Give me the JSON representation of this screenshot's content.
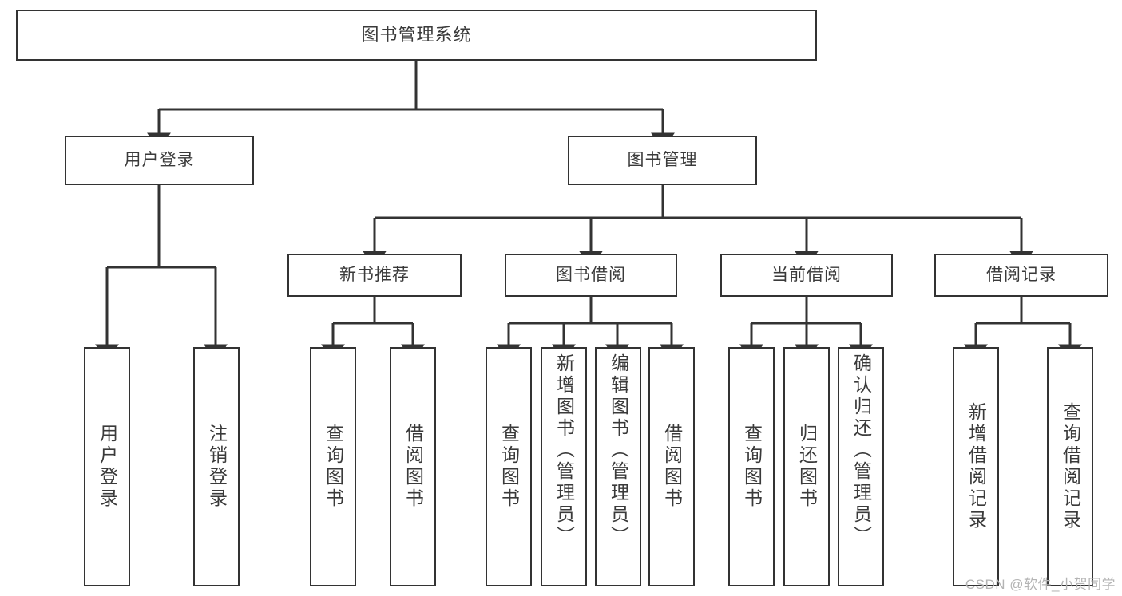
{
  "diagram": {
    "type": "tree-hierarchy",
    "title": "图书管理系统",
    "levels": [
      {
        "level": 1,
        "nodes": [
          {
            "id": "root",
            "label": "图书管理系统",
            "orientation": "horizontal"
          }
        ]
      },
      {
        "level": 2,
        "nodes": [
          {
            "id": "user-login",
            "label": "用户登录",
            "orientation": "horizontal",
            "parent": "root"
          },
          {
            "id": "book-manage",
            "label": "图书管理",
            "orientation": "horizontal",
            "parent": "root"
          }
        ]
      },
      {
        "level": 3,
        "nodes": [
          {
            "id": "new-book-rec",
            "label": "新书推荐",
            "orientation": "horizontal",
            "parent": "book-manage"
          },
          {
            "id": "book-borrow",
            "label": "图书借阅",
            "orientation": "horizontal",
            "parent": "book-manage"
          },
          {
            "id": "current-borrow",
            "label": "当前借阅",
            "orientation": "horizontal",
            "parent": "book-manage"
          },
          {
            "id": "borrow-record",
            "label": "借阅记录",
            "orientation": "horizontal",
            "parent": "book-manage"
          }
        ]
      },
      {
        "level": 4,
        "nodes": [
          {
            "id": "leaf-user-login",
            "label": "用户登录",
            "orientation": "vertical",
            "parent": "user-login"
          },
          {
            "id": "leaf-logout",
            "label": "注销登录",
            "orientation": "vertical",
            "parent": "user-login"
          },
          {
            "id": "leaf-query-book-1",
            "label": "查询图书",
            "orientation": "vertical",
            "parent": "new-book-rec"
          },
          {
            "id": "leaf-borrow-book-1",
            "label": "借阅图书",
            "orientation": "vertical",
            "parent": "new-book-rec"
          },
          {
            "id": "leaf-query-book-2",
            "label": "查询图书",
            "orientation": "vertical",
            "parent": "book-borrow"
          },
          {
            "id": "leaf-add-book",
            "label": "新增图书（管理员）",
            "orientation": "vertical",
            "parent": "book-borrow"
          },
          {
            "id": "leaf-edit-book",
            "label": "编辑图书（管理员）",
            "orientation": "vertical",
            "parent": "book-borrow"
          },
          {
            "id": "leaf-borrow-book-2",
            "label": "借阅图书",
            "orientation": "vertical",
            "parent": "book-borrow"
          },
          {
            "id": "leaf-query-book-3",
            "label": "查询图书",
            "orientation": "vertical",
            "parent": "current-borrow"
          },
          {
            "id": "leaf-return-book",
            "label": "归还图书",
            "orientation": "vertical",
            "parent": "current-borrow"
          },
          {
            "id": "leaf-confirm-return",
            "label": "确认归还（管理员）",
            "orientation": "vertical",
            "parent": "current-borrow"
          },
          {
            "id": "leaf-add-record",
            "label": "新增借阅记录",
            "orientation": "vertical",
            "parent": "borrow-record"
          },
          {
            "id": "leaf-query-record",
            "label": "查询借阅记录",
            "orientation": "vertical",
            "parent": "borrow-record"
          }
        ]
      }
    ],
    "watermark": "CSDN @软件_小贺同学",
    "colors": {
      "border": "#333333",
      "text": "#3a3a3a",
      "background": "#ffffff",
      "connector": "#333333",
      "watermark": "#b4b4b4"
    }
  }
}
